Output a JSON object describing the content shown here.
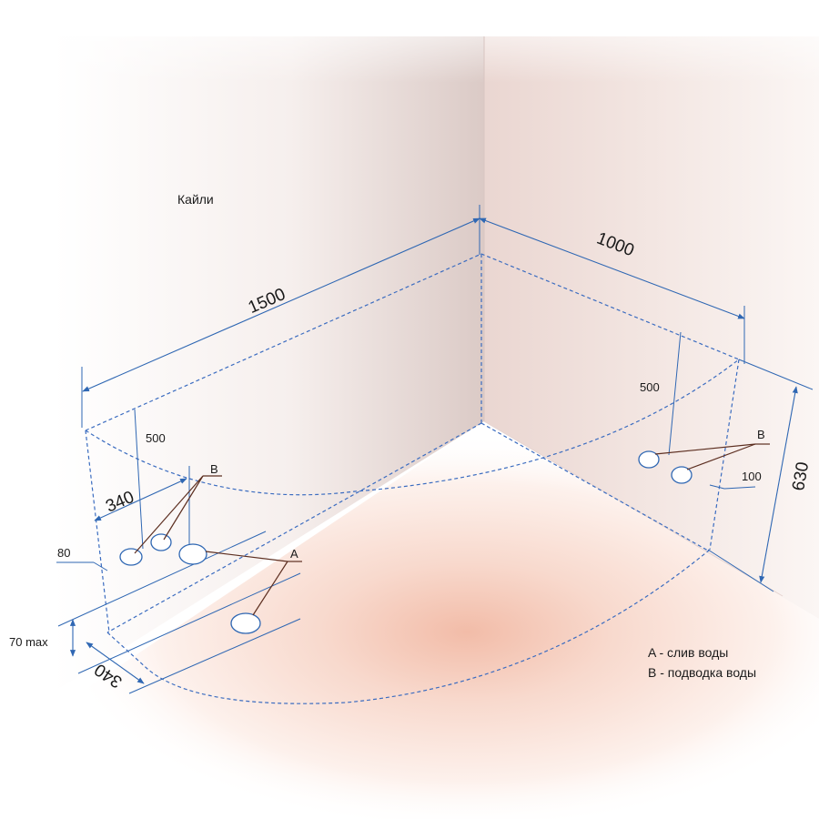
{
  "title": "Кайли",
  "dimensions": {
    "wall_left": "1500",
    "wall_right": "1000",
    "height": "630",
    "left_height": "500",
    "right_height": "500",
    "left_offset": "340",
    "floor_offset": "340",
    "left_inlet_height": "80",
    "right_inlet_height": "100",
    "drain_height": "70 max"
  },
  "markers": {
    "a": "A",
    "b_left": "B",
    "b_right": "B"
  },
  "legend": {
    "a": "A - слив воды",
    "b": "B - подводка воды"
  }
}
